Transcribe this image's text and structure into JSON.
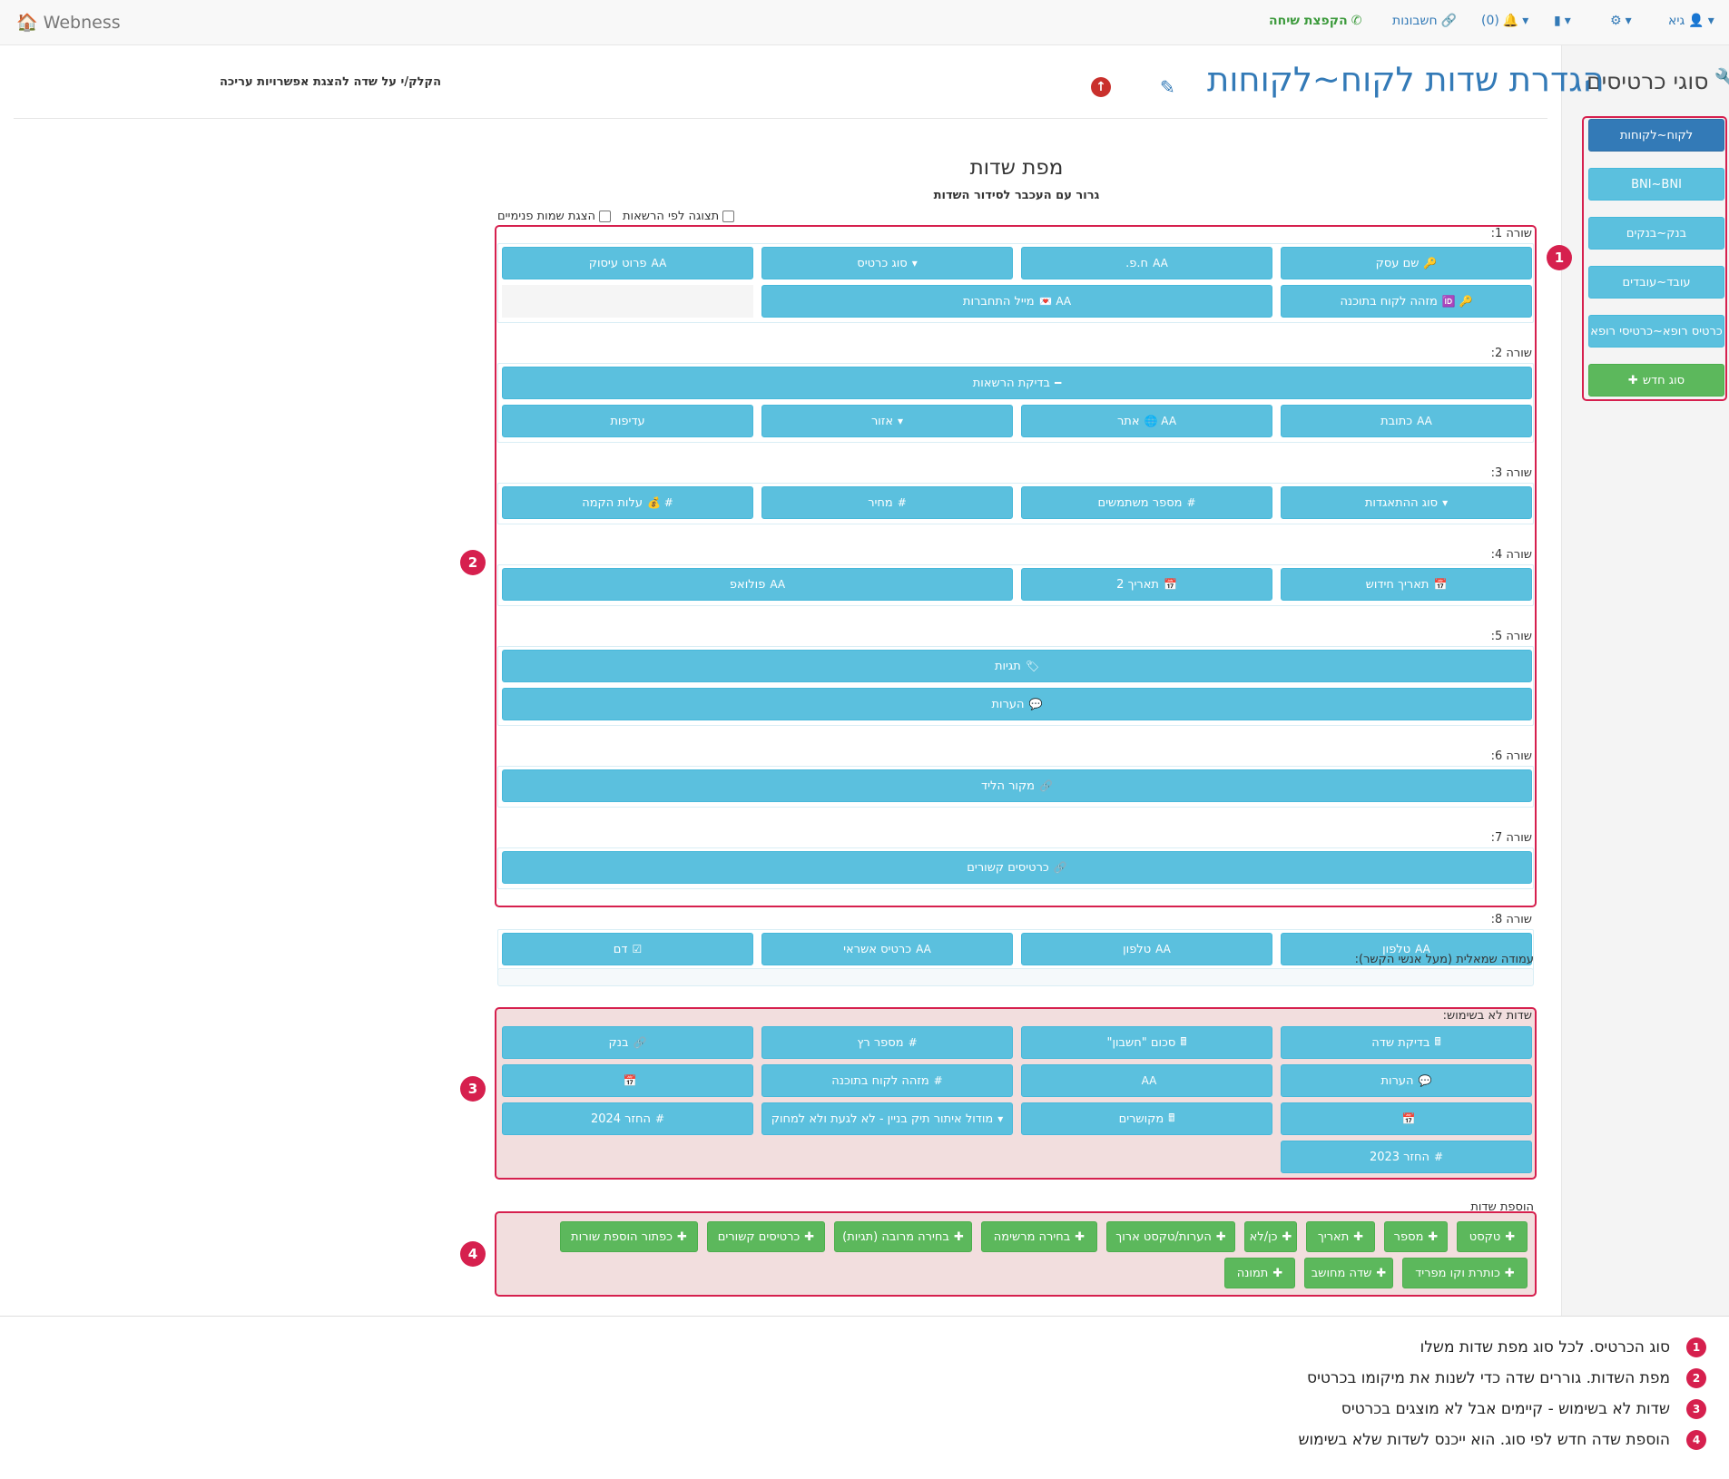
{
  "navbar": {
    "brand": "Webness",
    "user": "גיא",
    "notifications": "(0)",
    "invoices": "חשבונות",
    "call": "הקפצת שיחה"
  },
  "sidebar": {
    "title": "סוגי כרטיסים",
    "items": [
      {
        "label": "לקוח~לקוחות"
      },
      {
        "label": "BNI~BNI"
      },
      {
        "label": "בנק~בנקים"
      },
      {
        "label": "עובד~עובדים"
      },
      {
        "label": "כרטיס רופא~כרטיסי רופא"
      }
    ],
    "new_type": "סוג חדש"
  },
  "header": {
    "title": "הגדרת שדות לקוח~לקוחות",
    "hint": "הקלק/י על שדה להצגת אפשרויות עריכה"
  },
  "fields_map": {
    "title": "מפת שדות",
    "subtitle": "גרור עם העכבר לסידור השדות",
    "show_by_permission": "תצוגה לפי הרשאות",
    "show_internal_names": "הצגת שמות פנימיים",
    "rows": [
      {
        "label": "שורה 1:",
        "lines": [
          [
            {
              "icon": "key-icon",
              "glyph": "🔑",
              "text": "שם עסק"
            },
            {
              "icon": "text-icon",
              "glyph": "AA",
              "text": "ח.פ."
            },
            {
              "icon": "select-icon",
              "glyph": "▾",
              "text": "סוג כרטיס"
            },
            {
              "icon": "text-icon",
              "glyph": "AA",
              "text": "פרוט עיסוק"
            }
          ],
          [
            {
              "icon": "key-icon",
              "glyph": "🔑 🆔",
              "text": "מזהה לקוח בתוכנה"
            },
            {
              "icon": "text-icon",
              "glyph": "AA 💌",
              "text": "מייל התחברות"
            }
          ]
        ]
      },
      {
        "label": "שורה 2:",
        "lines": [
          [
            {
              "icon": "minus-icon",
              "glyph": "━",
              "text": "בדיקת הרשאות"
            }
          ],
          [
            {
              "icon": "text-icon",
              "glyph": "AA",
              "text": "כתובת"
            },
            {
              "icon": "text-icon",
              "glyph": "AA 🌐",
              "text": "אתר"
            },
            {
              "icon": "select-icon",
              "glyph": "▾",
              "text": "אזור"
            },
            {
              "icon": "",
              "glyph": "",
              "text": "עדיפות"
            }
          ]
        ]
      },
      {
        "label": "שורה 3:",
        "lines": [
          [
            {
              "icon": "select-icon",
              "glyph": "▾",
              "text": "סוג ההתאגדות"
            },
            {
              "icon": "hash-icon",
              "glyph": "#",
              "text": "מספר משתמשים"
            },
            {
              "icon": "hash-icon",
              "glyph": "#",
              "text": "מחיר"
            },
            {
              "icon": "hash-icon",
              "glyph": "# 💰",
              "text": "עלות הקמה"
            }
          ]
        ]
      },
      {
        "label": "שורה 4:",
        "lines": [
          [
            {
              "icon": "calendar-icon",
              "glyph": "📅",
              "text": "תאריך חידוש"
            },
            {
              "icon": "calendar-icon",
              "glyph": "📅",
              "text": "תאריך 2"
            },
            {
              "icon": "text-icon",
              "glyph": "AA",
              "text": "פולואפ"
            }
          ]
        ]
      },
      {
        "label": "שורה 5:",
        "lines": [
          [
            {
              "icon": "tags-icon",
              "glyph": "🏷",
              "text": "תגיות"
            }
          ],
          [
            {
              "icon": "comment-icon",
              "glyph": "💬",
              "text": "הערות"
            }
          ]
        ]
      },
      {
        "label": "שורה 6:",
        "lines": [
          [
            {
              "icon": "link-icon",
              "glyph": "🔗",
              "text": "מקור הליד"
            }
          ]
        ]
      },
      {
        "label": "שורה 7:",
        "lines": [
          [
            {
              "icon": "link-icon",
              "glyph": "🔗",
              "text": "כרטיסים קשורים"
            }
          ]
        ]
      },
      {
        "label": "שורה 8:",
        "lines": [
          [
            {
              "icon": "text-icon",
              "glyph": "AA",
              "text": "טלפון"
            },
            {
              "icon": "text-icon",
              "glyph": "AA",
              "text": "טלפון"
            },
            {
              "icon": "text-icon",
              "glyph": "AA",
              "text": "כרטיס אשראי"
            },
            {
              "icon": "check-icon",
              "glyph": "☑",
              "text": "דם"
            }
          ]
        ]
      }
    ],
    "left_column_label": "עמודה שמאלית (מעל אנשי הקשר):",
    "unused_label": "שדות לא בשימוש:",
    "unused": [
      [
        {
          "icon": "calculator-icon",
          "glyph": "🖩",
          "text": "בדיקת שדה"
        },
        {
          "icon": "calculator-icon",
          "glyph": "🖩",
          "text": "סכום \"חשבון\""
        },
        {
          "icon": "hash-icon",
          "glyph": "#",
          "text": "מספר רץ"
        },
        {
          "icon": "link-icon",
          "glyph": "🔗",
          "text": "בנק"
        }
      ],
      [
        {
          "icon": "comment-icon",
          "glyph": "💬",
          "text": "הערות"
        },
        {
          "icon": "text-icon",
          "glyph": "AA",
          "text": ""
        },
        {
          "icon": "hash-icon",
          "glyph": "#",
          "text": "מזהה לקוח בתוכנה"
        },
        {
          "icon": "calendar-icon",
          "glyph": "📅",
          "text": ""
        }
      ],
      [
        {
          "icon": "calendar-icon",
          "glyph": "📅",
          "text": ""
        },
        {
          "icon": "calculator-icon",
          "glyph": "🖩",
          "text": "מקושרים"
        },
        {
          "icon": "select-icon",
          "glyph": "▾",
          "text": "מודול איתור תיק בניין - לא לגעת ולא למחוק"
        },
        {
          "icon": "hash-icon",
          "glyph": "#",
          "text": "החזר 2024"
        }
      ],
      [
        {
          "icon": "hash-icon",
          "glyph": "#",
          "text": "החזר 2023"
        }
      ]
    ],
    "add_label": "הוספת שדות",
    "add_buttons": [
      [
        "טקסט",
        "מספר",
        "תאריך",
        "כן/לא",
        "הערות/טקסט ארוך",
        "בחירה מרשימה",
        "בחירה מרובה (תגיות)",
        "כרטיסים קשורים",
        "כפתור הוספת שורות"
      ],
      [
        "כותרת וקו מפריד",
        "שדה מחושב",
        "תמונה"
      ]
    ]
  },
  "annotations": [
    {
      "num": "1",
      "text": "סוג הכרטיס. לכל סוג מפת שדות משלו"
    },
    {
      "num": "2",
      "text": "מפת השדות. גוררים שדה כדי לשנות את מיקומו בכרטיס"
    },
    {
      "num": "3",
      "text": "שדות לא בשימוש - קיימים אבל לא מוצגים בכרטיס"
    },
    {
      "num": "4",
      "text": "הוספת שדה חדש לפי סוג. הוא ייכנס לשדות שלא בשימוש"
    }
  ],
  "colors": {
    "info": "#5bc0de",
    "primary": "#337ab7",
    "success": "#5cb85c",
    "annotation": "#d6204e"
  }
}
